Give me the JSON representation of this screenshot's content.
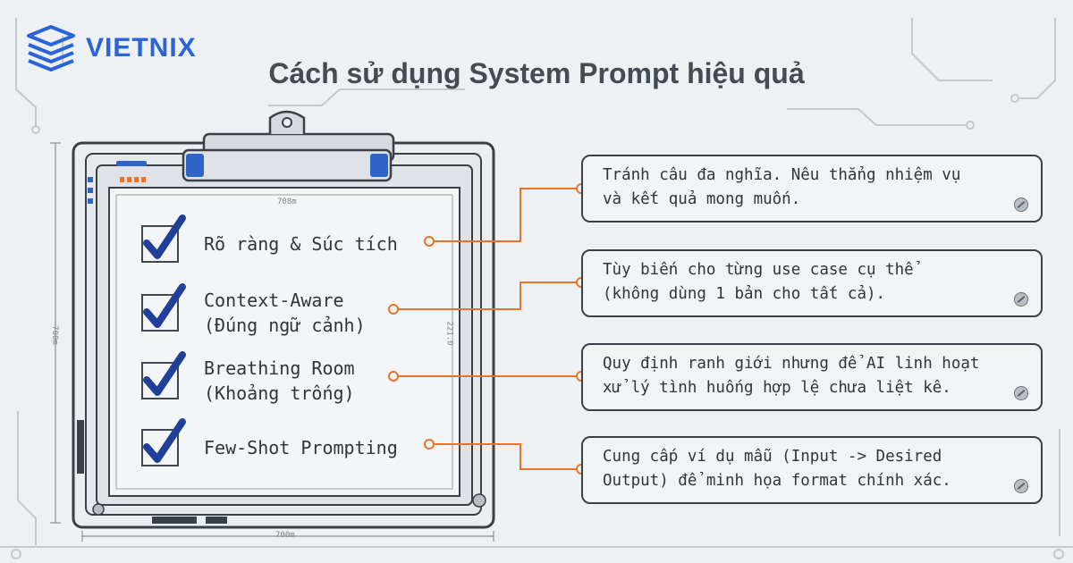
{
  "brand": {
    "name": "VIETNIX"
  },
  "title": "Cách sử dụng System Prompt hiệu quả",
  "dimensions": {
    "inner_width": "708m",
    "outer_width": "700m",
    "outer_height": "700m",
    "inner_height": "221.0"
  },
  "items": [
    {
      "label_lines": [
        "Rõ ràng & Súc tích"
      ]
    },
    {
      "label_lines": [
        "Context-Aware",
        "(Đúng ngữ cảnh)"
      ]
    },
    {
      "label_lines": [
        "Breathing Room",
        "(Khoảng trống)"
      ]
    },
    {
      "label_lines": [
        "Few-Shot Prompting"
      ]
    }
  ],
  "callouts": [
    {
      "lines": [
        "Tránh câu đa nghĩa. Nêu thẳng nhiệm vụ",
        "và kết quả mong muốn."
      ]
    },
    {
      "lines": [
        "Tùy biến cho từng use case cụ thể",
        "(không dùng 1 bản cho tất cả)."
      ]
    },
    {
      "lines": [
        "Quy định ranh giới nhưng để AI linh hoạt",
        "xử lý tình huống hợp lệ chưa liệt kê."
      ]
    },
    {
      "lines": [
        "Cung cấp ví dụ mẫu (Input -> Desired",
        "Output) để minh họa format chính xác."
      ]
    }
  ],
  "colors": {
    "accent": "#e8742a",
    "check": "#1f3f99",
    "brand": "#2b63d9",
    "frame": "#3a4048"
  }
}
